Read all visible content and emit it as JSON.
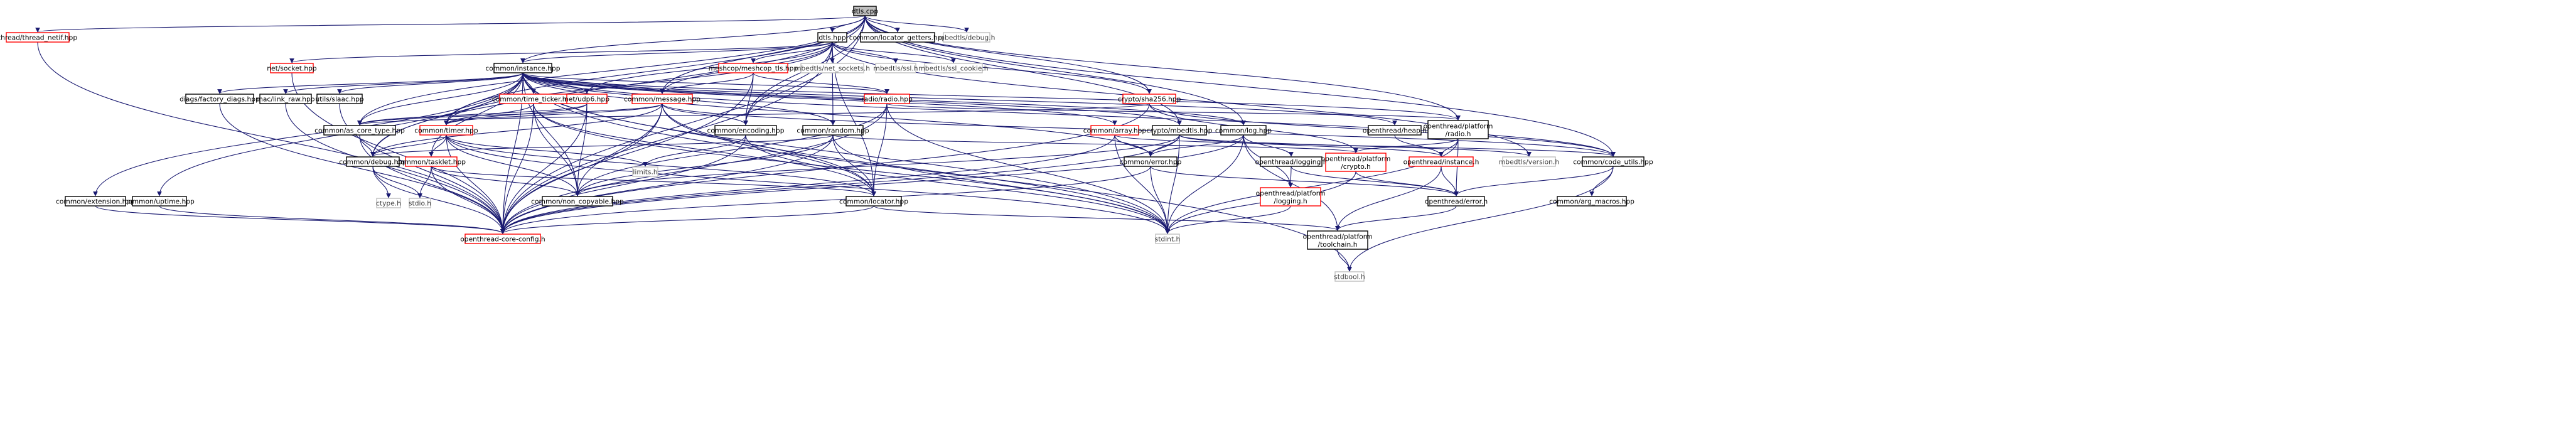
{
  "colors": {
    "edge": "#191970",
    "root_fill": "#bfbfbf",
    "root_border": "#000000",
    "linked_border": "#ff0000",
    "plain_border": "#000000",
    "system_border": "#bfbfbf",
    "text": "#000000",
    "system_text": "#404040"
  },
  "nodes": [
    {
      "id": "dtls_cpp",
      "label": "dtls.cpp",
      "kind": "root"
    },
    {
      "id": "thread_netif",
      "label": "thread/thread_netif.hpp",
      "kind": "linked"
    },
    {
      "id": "dtls_hpp",
      "label": "dtls.hpp",
      "kind": "plain"
    },
    {
      "id": "locator_getters",
      "label": "common/locator_getters.hpp",
      "kind": "plain"
    },
    {
      "id": "mbedtls_debug",
      "label": "mbedtls/debug.h",
      "kind": "system"
    },
    {
      "id": "net_socket",
      "label": "net/socket.hpp",
      "kind": "linked"
    },
    {
      "id": "instance_hpp",
      "label": "common/instance.hpp",
      "kind": "plain"
    },
    {
      "id": "meshcop_tls",
      "label": "meshcop/meshcop_tls.hpp",
      "kind": "linked"
    },
    {
      "id": "net_sockets",
      "label": "mbedtls/net_sockets.h",
      "kind": "system"
    },
    {
      "id": "mbedtls_ssl",
      "label": "mbedtls/ssl.h",
      "kind": "system"
    },
    {
      "id": "ssl_cookie",
      "label": "mbedtls/ssl_cookie.h",
      "kind": "system"
    },
    {
      "id": "sha256",
      "label": "crypto/sha256.hpp",
      "kind": "linked"
    },
    {
      "id": "diags",
      "label": "diags/factory_diags.hpp",
      "kind": "plain"
    },
    {
      "id": "link_raw",
      "label": "mac/link_raw.hpp",
      "kind": "plain"
    },
    {
      "id": "utils_slaac",
      "label": "utils/slaac.hpp",
      "kind": "plain"
    },
    {
      "id": "time_ticker",
      "label": "common/time_ticker.hpp",
      "kind": "linked"
    },
    {
      "id": "net_udp6",
      "label": "net/udp6.hpp",
      "kind": "linked"
    },
    {
      "id": "message",
      "label": "common/message.hpp",
      "kind": "linked"
    },
    {
      "id": "radio_hpp",
      "label": "radio/radio.hpp",
      "kind": "linked"
    },
    {
      "id": "as_core_type",
      "label": "common/as_core_type.hpp",
      "kind": "plain"
    },
    {
      "id": "timer",
      "label": "common/timer.hpp",
      "kind": "linked"
    },
    {
      "id": "encoding",
      "label": "common/encoding.hpp",
      "kind": "plain"
    },
    {
      "id": "random",
      "label": "common/random.hpp",
      "kind": "plain"
    },
    {
      "id": "array",
      "label": "common/array.hpp",
      "kind": "linked"
    },
    {
      "id": "crypto_mbedtls",
      "label": "crypto/mbedtls.hpp",
      "kind": "plain"
    },
    {
      "id": "log",
      "label": "common/log.hpp",
      "kind": "plain"
    },
    {
      "id": "ot_heap",
      "label": "openthread/heap.h",
      "kind": "plain"
    },
    {
      "id": "ot_radio",
      "label": "openthread/platform\n/radio.h",
      "kind": "plain"
    },
    {
      "id": "debug",
      "label": "common/debug.hpp",
      "kind": "plain"
    },
    {
      "id": "tasklet",
      "label": "common/tasklet.hpp",
      "kind": "linked"
    },
    {
      "id": "limits",
      "label": "limits.h",
      "kind": "system"
    },
    {
      "id": "error_hpp",
      "label": "common/error.hpp",
      "kind": "plain"
    },
    {
      "id": "ot_logging",
      "label": "openthread/logging.h",
      "kind": "plain"
    },
    {
      "id": "ot_crypto",
      "label": "openthread/platform\n/crypto.h",
      "kind": "linked"
    },
    {
      "id": "ot_instance",
      "label": "openthread/instance.h",
      "kind": "linked"
    },
    {
      "id": "mbedtls_version",
      "label": "mbedtls/version.h",
      "kind": "system"
    },
    {
      "id": "code_utils",
      "label": "common/code_utils.hpp",
      "kind": "plain"
    },
    {
      "id": "extension",
      "label": "common/extension.hpp",
      "kind": "plain"
    },
    {
      "id": "uptime",
      "label": "common/uptime.hpp",
      "kind": "plain"
    },
    {
      "id": "ctype",
      "label": "ctype.h",
      "kind": "system"
    },
    {
      "id": "stdio",
      "label": "stdio.h",
      "kind": "system"
    },
    {
      "id": "non_copyable",
      "label": "common/non_copyable.hpp",
      "kind": "plain"
    },
    {
      "id": "locator",
      "label": "common/locator.hpp",
      "kind": "plain"
    },
    {
      "id": "ot_plat_logging",
      "label": "openthread/platform\n/logging.h",
      "kind": "linked"
    },
    {
      "id": "ot_error",
      "label": "openthread/error.h",
      "kind": "plain"
    },
    {
      "id": "arg_macros",
      "label": "common/arg_macros.hpp",
      "kind": "plain"
    },
    {
      "id": "core_config",
      "label": "openthread-core-config.h",
      "kind": "linked"
    },
    {
      "id": "stdint",
      "label": "stdint.h",
      "kind": "system"
    },
    {
      "id": "ot_toolchain",
      "label": "openthread/platform\n/toolchain.h",
      "kind": "plain"
    },
    {
      "id": "stdbool",
      "label": "stdbool.h",
      "kind": "system"
    }
  ],
  "edges": [
    [
      "dtls_cpp",
      "thread_netif"
    ],
    [
      "dtls_cpp",
      "dtls_hpp"
    ],
    [
      "dtls_cpp",
      "locator_getters"
    ],
    [
      "dtls_cpp",
      "mbedtls_debug"
    ],
    [
      "dtls_cpp",
      "instance_hpp"
    ],
    [
      "dtls_cpp",
      "sha256"
    ],
    [
      "dtls_cpp",
      "as_core_type"
    ],
    [
      "dtls_cpp",
      "timer"
    ],
    [
      "dtls_cpp",
      "message"
    ],
    [
      "dtls_cpp",
      "encoding"
    ],
    [
      "dtls_cpp",
      "debug"
    ],
    [
      "dtls_cpp",
      "crypto_mbedtls"
    ],
    [
      "dtls_cpp",
      "log"
    ],
    [
      "dtls_cpp",
      "code_utils"
    ],
    [
      "dtls_cpp",
      "ot_radio"
    ],
    [
      "dtls_cpp",
      "core_config"
    ],
    [
      "thread_netif",
      "core_config"
    ],
    [
      "dtls_hpp",
      "net_socket"
    ],
    [
      "dtls_hpp",
      "instance_hpp"
    ],
    [
      "dtls_hpp",
      "meshcop_tls"
    ],
    [
      "dtls_hpp",
      "net_sockets"
    ],
    [
      "dtls_hpp",
      "mbedtls_ssl"
    ],
    [
      "dtls_hpp",
      "ssl_cookie"
    ],
    [
      "dtls_hpp",
      "sha256"
    ],
    [
      "dtls_hpp",
      "message"
    ],
    [
      "dtls_hpp",
      "timer"
    ],
    [
      "dtls_hpp",
      "net_udp6"
    ],
    [
      "dtls_hpp",
      "random"
    ],
    [
      "dtls_hpp",
      "locator"
    ],
    [
      "dtls_hpp",
      "core_config"
    ],
    [
      "dtls_hpp",
      "encoding"
    ],
    [
      "dtls_hpp",
      "mbedtls_version"
    ],
    [
      "net_socket",
      "core_config"
    ],
    [
      "instance_hpp",
      "diags"
    ],
    [
      "instance_hpp",
      "link_raw"
    ],
    [
      "instance_hpp",
      "utils_slaac"
    ],
    [
      "instance_hpp",
      "time_ticker"
    ],
    [
      "instance_hpp",
      "net_udp6"
    ],
    [
      "instance_hpp",
      "message"
    ],
    [
      "instance_hpp",
      "radio_hpp"
    ],
    [
      "instance_hpp",
      "as_core_type"
    ],
    [
      "instance_hpp",
      "timer"
    ],
    [
      "instance_hpp",
      "random"
    ],
    [
      "instance_hpp",
      "array"
    ],
    [
      "instance_hpp",
      "crypto_mbedtls"
    ],
    [
      "instance_hpp",
      "log"
    ],
    [
      "instance_hpp",
      "ot_heap"
    ],
    [
      "instance_hpp",
      "ot_radio"
    ],
    [
      "instance_hpp",
      "debug"
    ],
    [
      "instance_hpp",
      "tasklet"
    ],
    [
      "instance_hpp",
      "error_hpp"
    ],
    [
      "instance_hpp",
      "extension"
    ],
    [
      "instance_hpp",
      "uptime"
    ],
    [
      "instance_hpp",
      "non_copyable"
    ],
    [
      "instance_hpp",
      "locator"
    ],
    [
      "instance_hpp",
      "core_config"
    ],
    [
      "instance_hpp",
      "stdbool"
    ],
    [
      "instance_hpp",
      "code_utils"
    ],
    [
      "instance_hpp",
      "stdint"
    ],
    [
      "meshcop_tls",
      "message"
    ],
    [
      "meshcop_tls",
      "encoding"
    ],
    [
      "meshcop_tls",
      "core_config"
    ],
    [
      "meshcop_tls",
      "radio_hpp"
    ],
    [
      "sha256",
      "as_core_type"
    ],
    [
      "sha256",
      "ot_crypto"
    ],
    [
      "sha256",
      "code_utils"
    ],
    [
      "sha256",
      "core_config"
    ],
    [
      "diags",
      "core_config"
    ],
    [
      "link_raw",
      "core_config"
    ],
    [
      "utils_slaac",
      "core_config"
    ],
    [
      "time_ticker",
      "timer"
    ],
    [
      "time_ticker",
      "non_copyable"
    ],
    [
      "time_ticker",
      "locator"
    ],
    [
      "time_ticker",
      "core_config"
    ],
    [
      "time_ticker",
      "stdint"
    ],
    [
      "net_udp6",
      "as_core_type"
    ],
    [
      "net_udp6",
      "non_copyable"
    ],
    [
      "net_udp6",
      "core_config"
    ],
    [
      "net_udp6",
      "timer"
    ],
    [
      "message",
      "as_core_type"
    ],
    [
      "message",
      "timer"
    ],
    [
      "message",
      "encoding"
    ],
    [
      "message",
      "non_copyable"
    ],
    [
      "message",
      "locator"
    ],
    [
      "message",
      "code_utils"
    ],
    [
      "message",
      "core_config"
    ],
    [
      "message",
      "debug"
    ],
    [
      "message",
      "stdint"
    ],
    [
      "radio_hpp",
      "ot_radio"
    ],
    [
      "radio_hpp",
      "locator"
    ],
    [
      "radio_hpp",
      "non_copyable"
    ],
    [
      "radio_hpp",
      "core_config"
    ],
    [
      "radio_hpp",
      "stdint"
    ],
    [
      "as_core_type",
      "debug"
    ],
    [
      "as_core_type",
      "core_config"
    ],
    [
      "timer",
      "debug"
    ],
    [
      "timer",
      "tasklet"
    ],
    [
      "timer",
      "locator"
    ],
    [
      "timer",
      "non_copyable"
    ],
    [
      "timer",
      "core_config"
    ],
    [
      "timer",
      "stdint"
    ],
    [
      "timer",
      "limits"
    ],
    [
      "encoding",
      "limits"
    ],
    [
      "encoding",
      "core_config"
    ],
    [
      "encoding",
      "stdint"
    ],
    [
      "random",
      "debug"
    ],
    [
      "random",
      "ot_crypto"
    ],
    [
      "random",
      "non_copyable"
    ],
    [
      "random",
      "locator"
    ],
    [
      "random",
      "core_config"
    ],
    [
      "random",
      "stdint"
    ],
    [
      "array",
      "error_hpp"
    ],
    [
      "array",
      "code_utils"
    ],
    [
      "array",
      "core_config"
    ],
    [
      "array",
      "stdint"
    ],
    [
      "crypto_mbedtls",
      "error_hpp"
    ],
    [
      "crypto_mbedtls",
      "non_copyable"
    ],
    [
      "crypto_mbedtls",
      "ot_instance"
    ],
    [
      "crypto_mbedtls",
      "mbedtls_version"
    ],
    [
      "crypto_mbedtls",
      "core_config"
    ],
    [
      "crypto_mbedtls",
      "stdint"
    ],
    [
      "log",
      "ot_logging"
    ],
    [
      "log",
      "ot_plat_logging"
    ],
    [
      "log",
      "error_hpp"
    ],
    [
      "log",
      "ot_toolchain"
    ],
    [
      "log",
      "core_config"
    ],
    [
      "log",
      "stdint"
    ],
    [
      "ot_heap",
      "ot_instance"
    ],
    [
      "ot_radio",
      "ot_crypto"
    ],
    [
      "ot_radio",
      "ot_error"
    ],
    [
      "ot_radio",
      "ot_instance"
    ],
    [
      "ot_radio",
      "stdint"
    ],
    [
      "debug",
      "ctype"
    ],
    [
      "debug",
      "stdio"
    ],
    [
      "debug",
      "core_config"
    ],
    [
      "tasklet",
      "locator"
    ],
    [
      "tasklet",
      "non_copyable"
    ],
    [
      "tasklet",
      "stdio"
    ],
    [
      "tasklet",
      "core_config"
    ],
    [
      "error_hpp",
      "ot_error"
    ],
    [
      "error_hpp",
      "core_config"
    ],
    [
      "error_hpp",
      "stdint"
    ],
    [
      "ot_logging",
      "ot_plat_logging"
    ],
    [
      "ot_logging",
      "ot_error"
    ],
    [
      "ot_crypto",
      "ot_error"
    ],
    [
      "ot_crypto",
      "stdint"
    ],
    [
      "ot_instance",
      "ot_error"
    ],
    [
      "ot_instance",
      "ot_toolchain"
    ],
    [
      "code_utils",
      "arg_macros"
    ],
    [
      "code_utils",
      "ot_error"
    ],
    [
      "code_utils",
      "stdbool"
    ],
    [
      "extension",
      "core_config"
    ],
    [
      "uptime",
      "core_config"
    ],
    [
      "locator",
      "core_config"
    ],
    [
      "locator",
      "ot_toolchain"
    ],
    [
      "ot_plat_logging",
      "stdint"
    ],
    [
      "ot_error",
      "ot_toolchain"
    ],
    [
      "ot_toolchain",
      "stdbool"
    ]
  ]
}
